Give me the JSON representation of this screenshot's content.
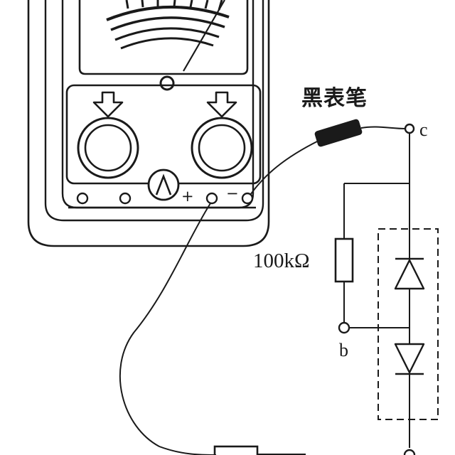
{
  "labels": {
    "black_probe": "黑表笔",
    "resistor_value": "100kΩ",
    "terminal_c": "c",
    "terminal_b": "b",
    "jack_plus": "+",
    "jack_minus": "−"
  },
  "components": {
    "resistor": "100kΩ",
    "diodes": 2,
    "module_border": "dashed"
  },
  "colors": {
    "ink": "#1a1a1a",
    "background": "#ffffff"
  }
}
